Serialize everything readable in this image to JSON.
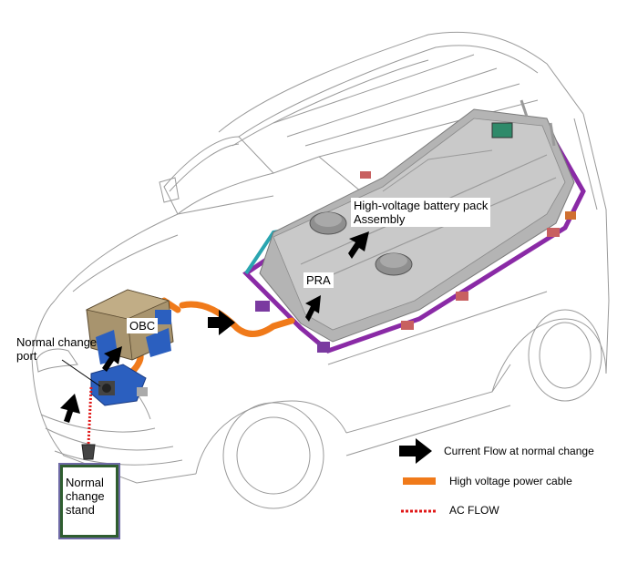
{
  "labels": {
    "battery_pack": "High-voltage battery pack Assembly",
    "battery_pack_line1": "High-voltage battery pack",
    "battery_pack_line2": "Assembly",
    "pra": "PRA",
    "obc": "OBC",
    "normal_port_line1": "Normal change",
    "normal_port_line2": "port",
    "stand_line1": "Normal",
    "stand_line2": "change",
    "stand_line3": "stand"
  },
  "legend": {
    "current_flow": "Current Flow at normal change",
    "hv_cable": "High voltage power cable",
    "ac_flow": "AC FLOW"
  },
  "colors": {
    "arrow": "#000000",
    "hv_cable": "#f07a1a",
    "ac_flow": "#e01818",
    "battery_trim": "#8a2aa6",
    "battery_teal": "#2aa5b0",
    "battery_grey": "#b0b0b0",
    "obc_tan": "#a8946e",
    "frame_blue": "#2b5fbf"
  }
}
